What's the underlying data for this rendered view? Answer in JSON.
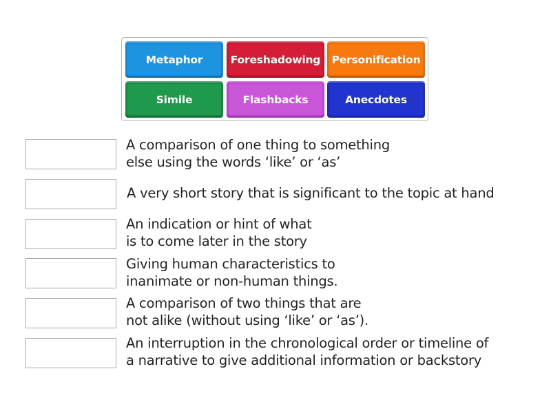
{
  "activity": {
    "tiles": [
      {
        "label": "Metaphor",
        "color": "#1e93e0",
        "shade": "#1a86d0"
      },
      {
        "label": "Foreshadowing",
        "color": "#d41e37",
        "shade": "#c21a31"
      },
      {
        "label": "Personification",
        "color": "#f77a10",
        "shade": "#ec6d06"
      },
      {
        "label": "Simile",
        "color": "#1f9a4d",
        "shade": "#1a8743"
      },
      {
        "label": "Flashbacks",
        "color": "#c955d8",
        "shade": "#c042d3"
      },
      {
        "label": "Anecdotes",
        "color": "#2234d0",
        "shade": "#1d2dc0"
      }
    ],
    "rows": [
      {
        "drop_value": "",
        "lines": [
          "A comparison of one thing to something",
          "else using the words ‘like’ or ‘as’"
        ]
      },
      {
        "drop_value": "",
        "lines": [
          "A very short story that is significant to the topic at hand"
        ]
      },
      {
        "drop_value": "",
        "lines": [
          "An indication or hint of what",
          "is to come later in the story"
        ]
      },
      {
        "drop_value": "",
        "lines": [
          "Giving human characteristics to",
          "inanimate or non-human things."
        ]
      },
      {
        "drop_value": "",
        "lines": [
          "A comparison of two things that are",
          "not alike (without using ‘like’ or ‘as’)."
        ]
      },
      {
        "drop_value": "",
        "lines": [
          "An interruption in the chronological order or timeline of",
          "a narrative to give additional information or backstory"
        ]
      }
    ]
  }
}
